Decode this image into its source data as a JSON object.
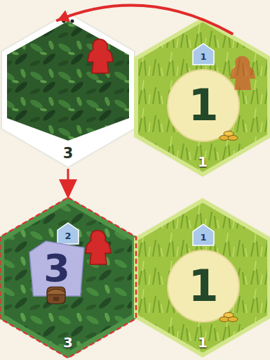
{
  "diagram": {
    "nodes": [
      {
        "text": [
          "3"
        ]
      },
      {
        "text": [
          "1"
        ]
      },
      {
        "text": [
          "1"
        ],
        "in": 1
      },
      {
        "text": [
          "1"
        ],
        "in": 1
      },
      {
        "text": [
          "3"
        ]
      },
      {
        "text": [
          "2"
        ],
        "in": 4
      },
      {
        "text": [
          "3"
        ],
        "in": 4
      },
      {
        "text": [
          "1"
        ]
      },
      {
        "text": [
          "1"
        ],
        "in": 7
      },
      {
        "text": [
          "1"
        ],
        "in": 7
      }
    ],
    "edges": [
      {
        "from": 1,
        "to": 0,
        "arrow": "to"
      },
      {
        "from": 0,
        "to": 4,
        "arrow": "to"
      }
    ]
  }
}
